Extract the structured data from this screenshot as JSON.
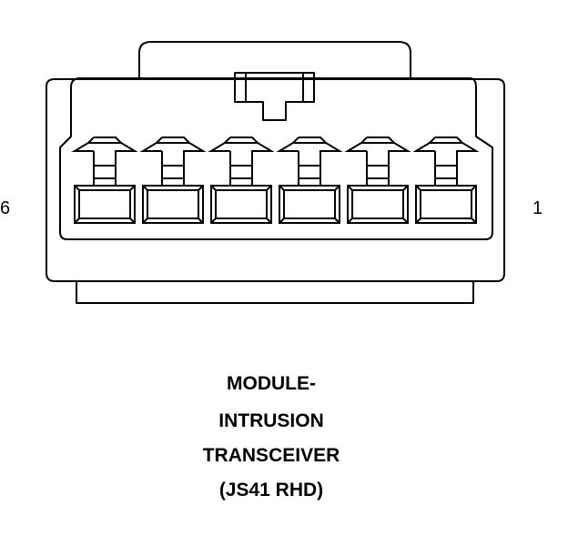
{
  "connector": {
    "cavity_count": 6,
    "pin_left_label": "6",
    "pin_right_label": "1"
  },
  "caption": {
    "line1": "MODULE-",
    "line2": "INTRUSION",
    "line3": "TRANSCEIVER",
    "line4": "(JS41 RHD)"
  },
  "colors": {
    "stroke": "#000000",
    "background": "#ffffff"
  }
}
